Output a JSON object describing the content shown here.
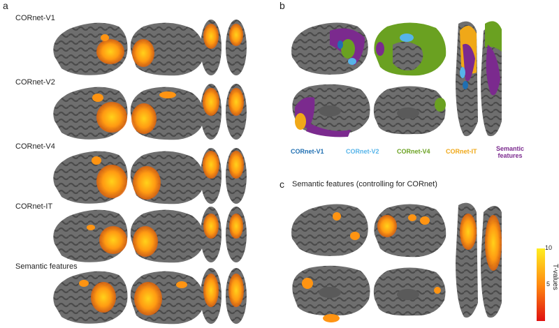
{
  "panel_a": {
    "letter": "a",
    "rows": [
      {
        "label": "CORnet-V1"
      },
      {
        "label": "CORnet-V2"
      },
      {
        "label": "CORnet-V4"
      },
      {
        "label": "CORnet-IT"
      },
      {
        "label": "Semantic features"
      }
    ]
  },
  "panel_b": {
    "letter": "b",
    "legend": [
      {
        "label": "CORnet-V1",
        "color": "#1f6fb2"
      },
      {
        "label": "CORnet-V2",
        "color": "#56b4e9"
      },
      {
        "label": "CORnet-V4",
        "color": "#6aa121"
      },
      {
        "label": "CORnet-IT",
        "color": "#f0a818"
      },
      {
        "label": "Semantic features",
        "color": "#7b2a8e"
      }
    ]
  },
  "panel_c": {
    "letter": "c",
    "title": "Semantic features (controlling for CORnet)",
    "colorbar": {
      "label": "T-values",
      "max": "10",
      "mid": "5"
    }
  }
}
